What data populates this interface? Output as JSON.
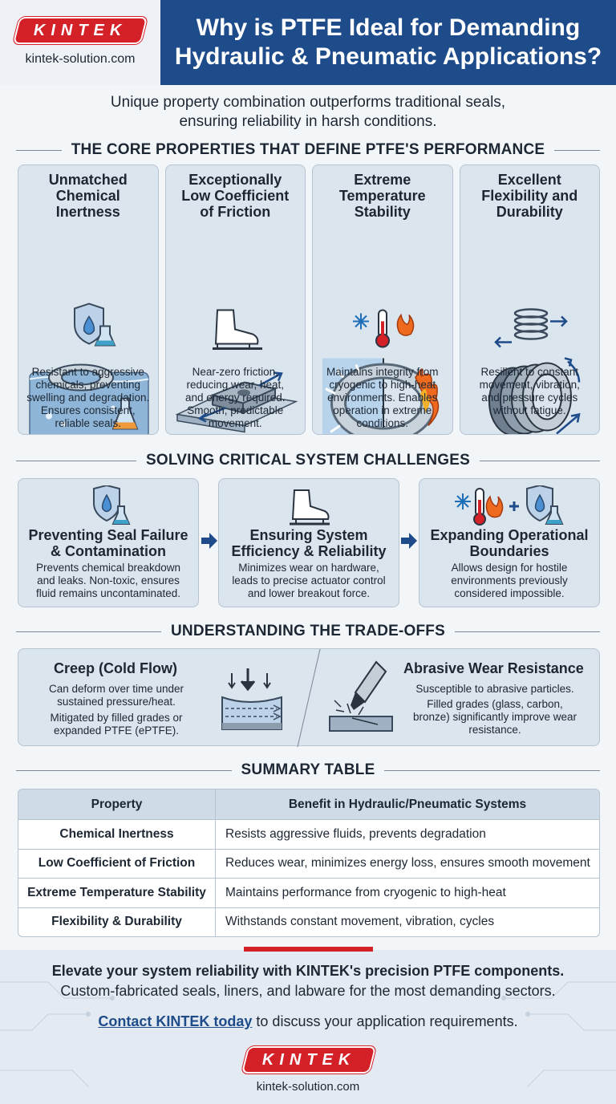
{
  "header": {
    "logo_text": "KINTEK",
    "url": "kintek-solution.com",
    "title_line1": "Why is PTFE Ideal for Demanding",
    "title_line2": "Hydraulic & Pneumatic Applications?"
  },
  "subtitle": {
    "line1": "Unique property combination outperforms traditional seals,",
    "line2": "ensuring reliability in harsh conditions."
  },
  "sections": {
    "properties": "THE CORE PROPERTIES THAT DEFINE PTFE'S PERFORMANCE",
    "challenges": "SOLVING CRITICAL SYSTEM CHALLENGES",
    "tradeoffs": "UNDERSTANDING THE TRADE-OFFS",
    "table": "SUMMARY TABLE"
  },
  "properties": [
    {
      "title": [
        "Unmatched",
        "Chemical Inertness"
      ],
      "text": [
        "Resistant to aggressive",
        "chemicals, preventing",
        "swelling and degradation.",
        "Ensures consistent,",
        "reliable seals."
      ]
    },
    {
      "title": [
        "Exceptionally",
        "Low Coefficient",
        "of Friction"
      ],
      "text": [
        "Near-zero friction,",
        "reducing wear, heat,",
        "and energy required.",
        "Smooth, predictable",
        "movement."
      ]
    },
    {
      "title": [
        "Extreme",
        "Temperature",
        "Stability"
      ],
      "text": [
        "Maintains integrity from",
        "cryogenic to high-heat",
        "environments. Enables",
        "operation in extreme",
        "conditions."
      ]
    },
    {
      "title": [
        "Excellent",
        "Flexibility and",
        "Durability"
      ],
      "text": [
        "Resilient to constant",
        "movement, vibration,",
        "and pressure cycles",
        "without fatigue."
      ]
    }
  ],
  "challenges": [
    {
      "title": [
        "Preventing Seal Failure",
        "& Contamination"
      ],
      "text": [
        "Prevents chemical breakdown",
        "and leaks. Non-toxic, ensures",
        "fluid remains uncontaminated."
      ]
    },
    {
      "title": [
        "Ensuring System",
        "Efficiency & Reliability"
      ],
      "text": [
        "Minimizes wear on hardware,",
        "leads to precise actuator control",
        "and lower breakout force."
      ]
    },
    {
      "title": [
        "Expanding Operational",
        "Boundaries"
      ],
      "text": [
        "Allows design for hostile",
        "environments previously",
        "considered impossible."
      ]
    }
  ],
  "tradeoffs": {
    "left": {
      "title": "Creep (Cold Flow)",
      "text": [
        "Can deform over time under",
        "sustained pressure/heat.",
        "Mitigated by filled grades or",
        "expanded PTFE (ePTFE)."
      ]
    },
    "right": {
      "title": "Abrasive Wear Resistance",
      "text": [
        "Susceptible to abrasive particles.",
        "Filled grades (glass, carbon,",
        "bronze) significantly improve wear",
        "resistance."
      ]
    }
  },
  "table": {
    "headers": [
      "Property",
      "Benefit in Hydraulic/Pneumatic Systems"
    ],
    "rows": [
      [
        "Chemical Inertness",
        "Resists aggressive fluids, prevents degradation"
      ],
      [
        "Low Coefficient of Friction",
        "Reduces wear, minimizes energy loss, ensures smooth movement"
      ],
      [
        "Extreme Temperature Stability",
        "Maintains performance from cryogenic to high-heat"
      ],
      [
        "Flexibility & Durability",
        "Withstands constant movement, vibration, cycles"
      ]
    ]
  },
  "footer": {
    "line1": "Elevate your system reliability with KINTEK's precision PTFE components.",
    "line2": "Custom-fabricated seals, liners, and labware for the most demanding sectors.",
    "cta_link": "Contact KINTEK today",
    "cta_rest": " to discuss your application requirements.",
    "logo_text": "KINTEK",
    "url": "kintek-solution.com"
  },
  "colors": {
    "brand_red": "#d42027",
    "brand_blue": "#1e4c8a",
    "card_bg": "#dbe5ee",
    "accent_orange": "#ee6a1f"
  }
}
